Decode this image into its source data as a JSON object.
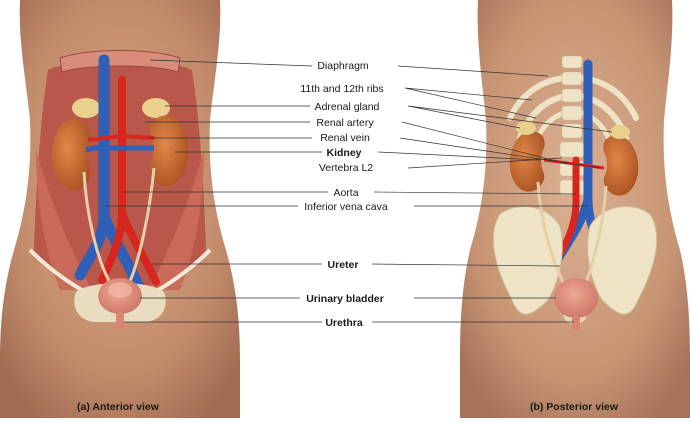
{
  "labels": {
    "diaphragm": "Diaphragm",
    "ribs": "11th and 12th ribs",
    "adrenal": "Adrenal gland",
    "renal_artery": "Renal artery",
    "renal_vein": "Renal vein",
    "kidney": "Kidney",
    "vertebra": "Vertebra L2",
    "aorta": "Aorta",
    "ivc": "Inferior vena cava",
    "ureter": "Ureter",
    "bladder": "Urinary bladder",
    "urethra": "Urethra"
  },
  "captions": {
    "anterior": "(a) Anterior view",
    "posterior": "(b) Posterior view"
  },
  "colors": {
    "skin": "#c89272",
    "skin_shadow": "#a5705a",
    "muscle": "#b8574a",
    "kidney": "#c7662e",
    "artery": "#d6261e",
    "vein": "#2f5fb6",
    "bone": "#efe3c6",
    "bladder": "#e08f7a",
    "adrenal": "#ead08c",
    "leader": "#333333"
  }
}
